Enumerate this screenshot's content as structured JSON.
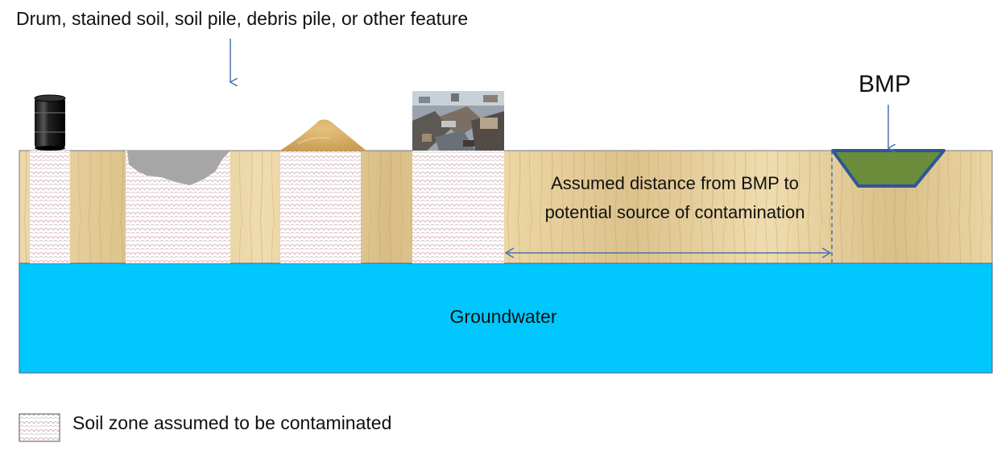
{
  "labels": {
    "feature": "Drum, stained soil, soil pile, debris pile, or other feature",
    "bmp": "BMP",
    "distance": "Assumed distance from BMP to potential source of contamination",
    "groundwater": "Groundwater",
    "legend": "Soil zone assumed to be contaminated"
  },
  "colors": {
    "soil": "#e8d3a2",
    "groundwater": "#00c8ff",
    "bmp_fill": "#6b8c3a",
    "bmp_outline": "#2f5597",
    "arrow": "#4a72b0",
    "stain": "#a6a6a6",
    "sand_pile": "#d9b36c"
  },
  "icons": [
    "drum-icon",
    "stain-icon",
    "soil-pile-icon",
    "debris-pile-icon",
    "bmp-basin-icon"
  ]
}
